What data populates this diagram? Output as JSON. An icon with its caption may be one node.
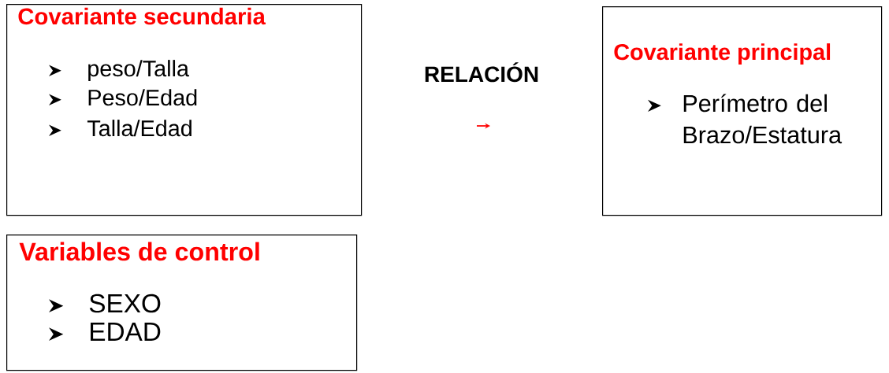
{
  "diagram": {
    "nodes": [
      {
        "text": [
          "Covariante secundaria",
          "peso/Talla",
          "Peso/Edad",
          "Talla/Edad"
        ]
      },
      {
        "text": [
          "Covariante principal",
          "Perímetro del Brazo/Estatura"
        ]
      },
      {
        "text": [
          "Variables de control",
          "SEXO",
          "EDAD"
        ]
      }
    ],
    "labels": [
      "RELACIÓN"
    ]
  }
}
